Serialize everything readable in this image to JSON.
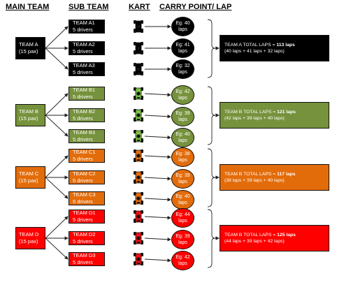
{
  "headers": {
    "main_team": "MAIN TEAM",
    "sub_team": "SUB TEAM",
    "kart": "KART",
    "carry_point": "CARRY POINT/ LAP"
  },
  "teams": [
    {
      "name": "TEAM A",
      "pax": "(15 pax)",
      "color": "#000000",
      "kart_color": "#000000",
      "subs": [
        {
          "name": "TEAM A1",
          "drivers": "5 drivers",
          "lap_eg": "Eg: 40",
          "lap_unit": "laps"
        },
        {
          "name": "TEAM A2",
          "drivers": "5 drivers",
          "lap_eg": "Eg: 41",
          "lap_unit": "laps"
        },
        {
          "name": "TEAM A3",
          "drivers": "5 drivers",
          "lap_eg": "Eg: 32",
          "lap_unit": "laps"
        }
      ],
      "total_label": "TEAM A TOTAL LAPS = ",
      "total_value": "113 laps",
      "total_detail": "(40 laps + 41 laps + 32 laps)"
    },
    {
      "name": "TEAM B",
      "pax": "(15 pax)",
      "color": "#76923c",
      "kart_color": "#7cc242",
      "subs": [
        {
          "name": "TEAM B1",
          "drivers": "5 drivers",
          "lap_eg": "Eg: 42",
          "lap_unit": "laps"
        },
        {
          "name": "TEAM B2",
          "drivers": "5 drivers",
          "lap_eg": "Eg: 39",
          "lap_unit": "laps"
        },
        {
          "name": "TEAM B3",
          "drivers": "5 drivers",
          "lap_eg": "Eg: 40",
          "lap_unit": "laps"
        }
      ],
      "total_label": "TEAM B TOTAL LAPS = ",
      "total_value": "121 laps",
      "total_detail": "(42 laps + 39 laps + 40 laps)"
    },
    {
      "name": "TEAM C",
      "pax": "(15 pax)",
      "color": "#e36c0a",
      "kart_color": "#e36c0a",
      "subs": [
        {
          "name": "TEAM C1",
          "drivers": "5 drivers",
          "lap_eg": "Eg: 38",
          "lap_unit": "laps"
        },
        {
          "name": "TEAM C2",
          "drivers": "5 drivers",
          "lap_eg": "Eg: 39",
          "lap_unit": "laps"
        },
        {
          "name": "TEAM C3",
          "drivers": "5 drivers",
          "lap_eg": "Eg: 40",
          "lap_unit": "laps"
        }
      ],
      "total_label": "TEAM B TOTAL LAPS = ",
      "total_value": "117 laps",
      "total_detail": "(38 laps + 39 laps + 40 laps)"
    },
    {
      "name": "TEAM D",
      "pax": "(15 pax)",
      "color": "#ff0000",
      "kart_color": "#ee1111",
      "subs": [
        {
          "name": "TEAM D1",
          "drivers": "5 drivers",
          "lap_eg": "Eg: 44",
          "lap_unit": "laps"
        },
        {
          "name": "TEAM D2",
          "drivers": "5 drivers",
          "lap_eg": "Eg: 39",
          "lap_unit": "laps"
        },
        {
          "name": "TEAM D3",
          "drivers": "5 drivers",
          "lap_eg": "Eg: 42",
          "lap_unit": "laps"
        }
      ],
      "total_label": "TEAM B TOTAL LAPS = ",
      "total_value": "125 laps",
      "total_detail": "(44 laps + 39 laps + 42 laps)"
    }
  ]
}
